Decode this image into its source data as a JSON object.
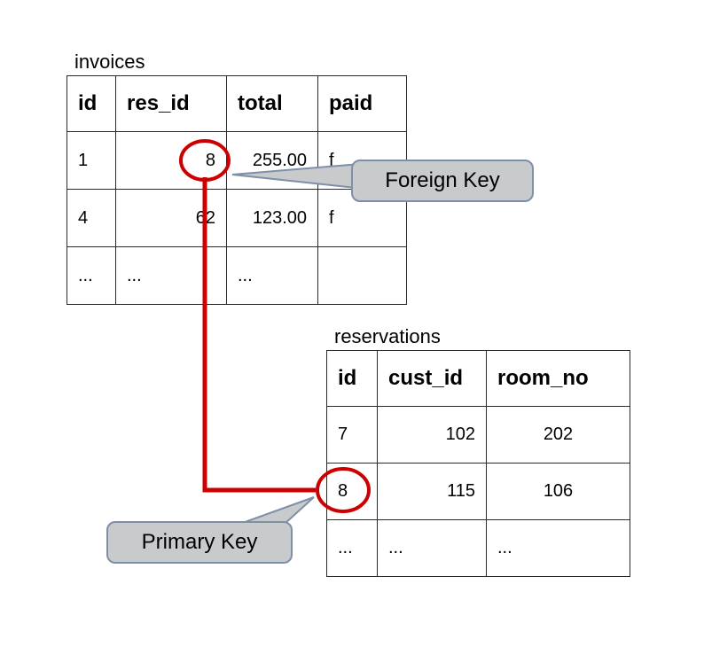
{
  "diagram": {
    "tables": [
      {
        "name": "invoices",
        "columns": [
          "id",
          "res_id",
          "total",
          "paid"
        ],
        "rows": [
          [
            "1",
            "8",
            "255.00",
            "f"
          ],
          [
            "4",
            "62",
            "123.00",
            "f"
          ],
          [
            "...",
            "...",
            "...",
            ""
          ]
        ]
      },
      {
        "name": "reservations",
        "columns": [
          "id",
          "cust_id",
          "room_no"
        ],
        "rows": [
          [
            "7",
            "102",
            "202"
          ],
          [
            "8",
            "115",
            "106"
          ],
          [
            "...",
            "...",
            "..."
          ]
        ]
      }
    ],
    "callouts": [
      {
        "label": "Foreign Key"
      },
      {
        "label": "Primary Key"
      }
    ],
    "colors": {
      "highlight_red": "#cc0000",
      "callout_fill": "#c8cacc",
      "callout_border": "#7d90a8"
    }
  }
}
